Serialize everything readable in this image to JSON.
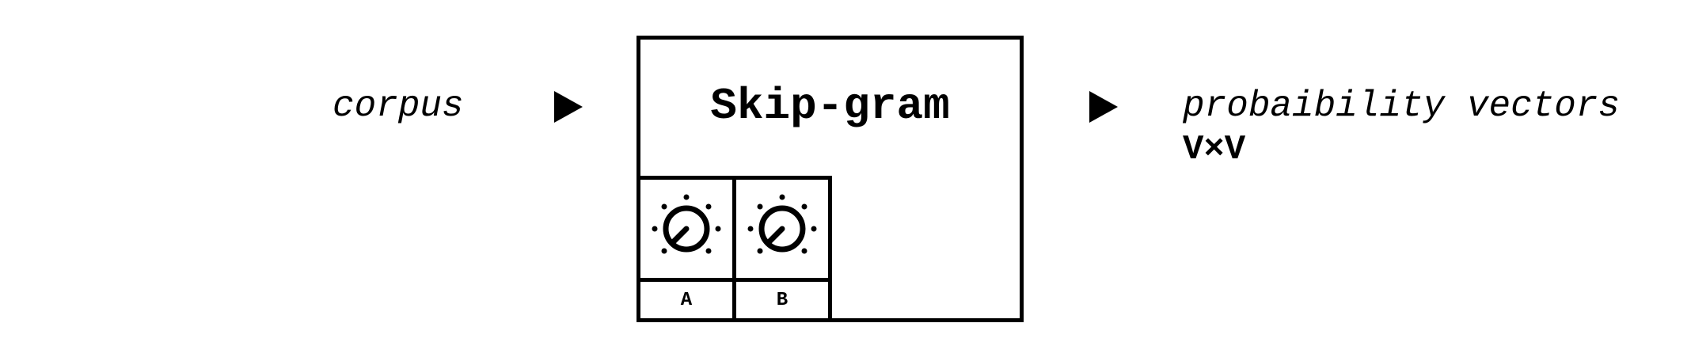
{
  "input": {
    "label": "corpus"
  },
  "model": {
    "title": "Skip-gram",
    "knobs": [
      {
        "label": "A"
      },
      {
        "label": "B"
      }
    ]
  },
  "output": {
    "label": "probaibility vectors",
    "dims": "V×V"
  },
  "icons": {
    "arrow": "right-triangle-arrow",
    "knob": "dial-knob-icon"
  }
}
